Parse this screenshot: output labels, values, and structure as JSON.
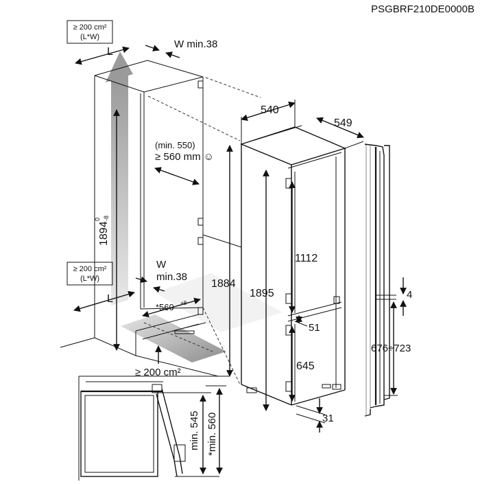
{
  "code": "PSGBRF210DE0000B",
  "labels": {
    "vent_top": "≥ 200 cm²",
    "vent_top_sub": "(L*W)",
    "w_top": "W min.38",
    "l_top": "L",
    "min550": "(min. 550)",
    "ge560": "≥ 560 mm ☺",
    "h1894": "1894",
    "h1894_tol_up": "0",
    "h1894_tol_dn": "-8",
    "vent_mid": "≥ 200 cm²",
    "vent_mid_sub": "(L*W)",
    "w_mid": "W",
    "w_mid_min": "min.38",
    "l_mid": "L",
    "w560": "*560",
    "w560_tol": "+8",
    "vent_bottom": "≥ 200 cm²",
    "h1884": "1884",
    "d540": "540",
    "d549": "549",
    "h1895": "1895",
    "h1112": "1112",
    "h51": "51",
    "h645": "645",
    "h31": "31",
    "h4": "4",
    "range": "676÷723",
    "min545": "min. 545",
    "min560": "*min. 560"
  }
}
